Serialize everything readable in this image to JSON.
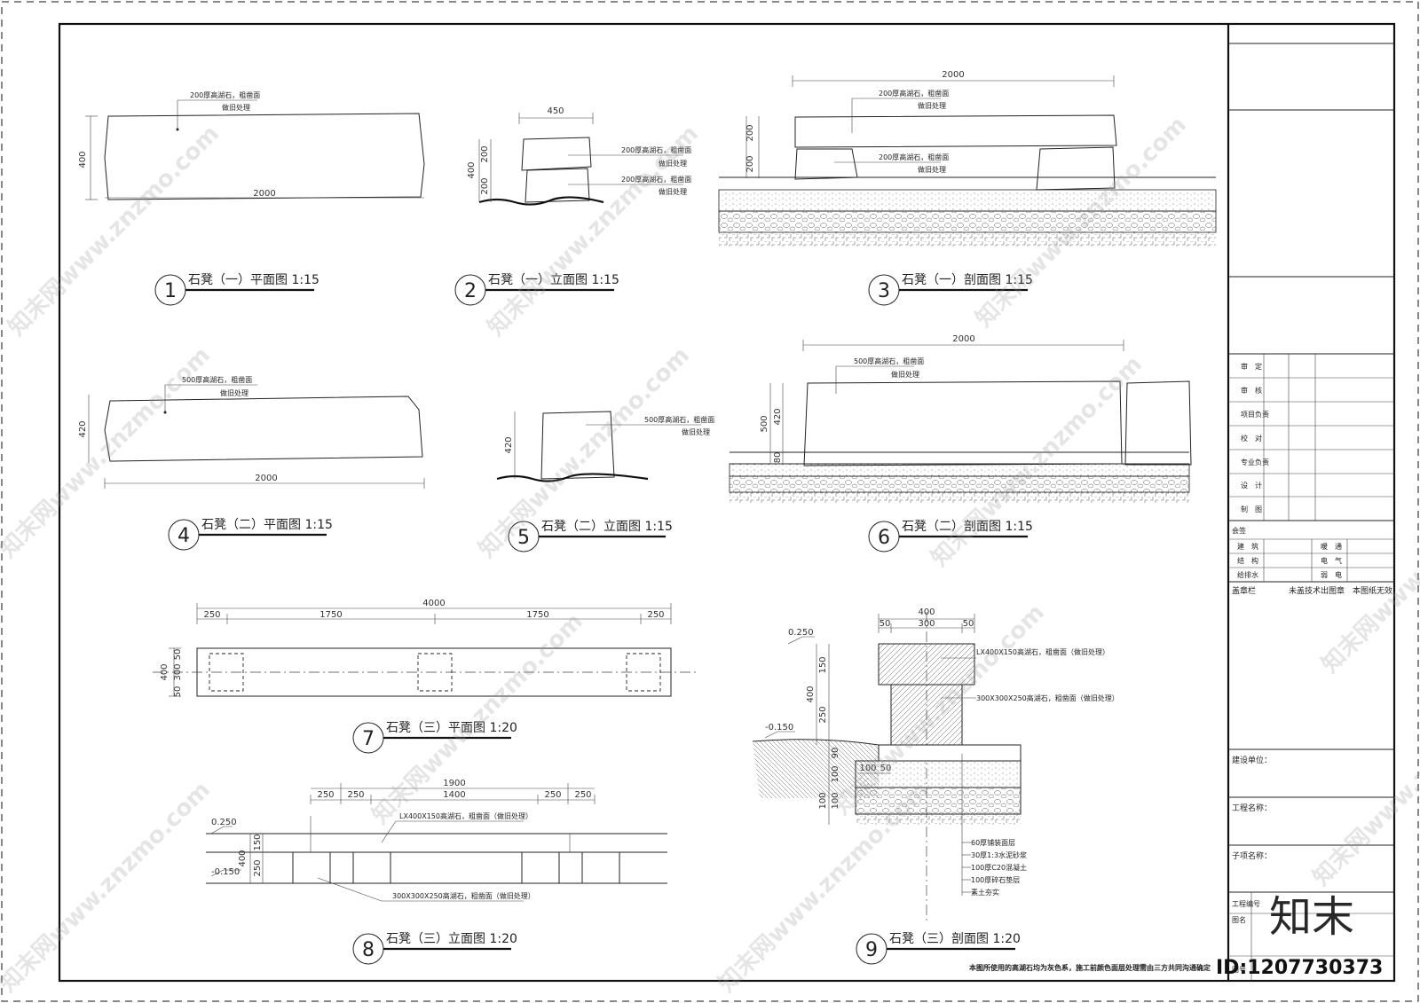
{
  "drawings": [
    {
      "number": "1",
      "title": "石凳（一）平面图 1:15",
      "dims": [
        "400",
        "2000"
      ],
      "note": "200厚高湖石，粗凿面",
      "note2": "做旧处理"
    },
    {
      "number": "2",
      "title": "石凳（一）立面图 1:15",
      "dims": [
        "450",
        "400",
        "200",
        "200"
      ],
      "note": "200厚高湖石，粗凿面",
      "note2": "做旧处理"
    },
    {
      "number": "3",
      "title": "石凳（一）剖面图 1:15",
      "dims": [
        "2000",
        "200",
        "200"
      ],
      "note": "200厚高湖石，粗凿面",
      "note2": "做旧处理"
    },
    {
      "number": "4",
      "title": "石凳（二）平面图 1:15",
      "dims": [
        "420",
        "2000"
      ],
      "note": "500厚高湖石，粗凿面",
      "note2": "做旧处理"
    },
    {
      "number": "5",
      "title": "石凳（二）立面图 1:15",
      "dims": [
        "420"
      ],
      "note": "500厚高湖石，粗凿面",
      "note2": "做旧处理"
    },
    {
      "number": "6",
      "title": "石凳（二）剖面图 1:15",
      "dims": [
        "2000",
        "500",
        "420",
        "80"
      ],
      "note": "500厚高湖石，粗凿面",
      "note2": "做旧处理"
    },
    {
      "number": "7",
      "title": "石凳（三）平面图 1:20",
      "dims": [
        "4000",
        "250",
        "1750",
        "1750",
        "250",
        "400",
        "300",
        "50",
        "50"
      ]
    },
    {
      "number": "8",
      "title": "石凳（三）立面图 1:20",
      "dims": [
        "1900",
        "250",
        "250",
        "1400",
        "250",
        "250",
        "0.250",
        "-0.150",
        "400",
        "150",
        "250"
      ],
      "note": "LX400X150高湖石，粗凿面（做旧处理）",
      "note2": "300X300X250高湖石，粗凿面（做旧处理）"
    },
    {
      "number": "9",
      "title": "石凳（三）剖面图 1:20",
      "dims": [
        "400",
        "50",
        "300",
        "50",
        "0.250",
        "-0.150",
        "150",
        "400",
        "250",
        "90",
        "100",
        "100",
        "100",
        "100",
        "50"
      ],
      "note": "LX400X150高湖石，粗凿面（做旧处理）",
      "note2": "300X300X250高湖石，粗凿面（做旧处理）",
      "layers": [
        "60厚铺装面层",
        "30厚1:3水泥砂浆",
        "100厚C20混凝土",
        "100厚碎石垫层",
        "素土夯实"
      ]
    }
  ],
  "footer_note": "本图所使用的高湖石均为灰色系，施工前颜色面层处理需由三方共同沟通确定",
  "title_block": {
    "rows": [
      "审　定",
      "审　核",
      "项目负责",
      "校　对",
      "专业负责",
      "设　计",
      "制　图"
    ],
    "countersign": "会签",
    "cs_rows": [
      [
        "建　筑",
        "暖　通"
      ],
      [
        "结　构",
        "电　气"
      ],
      [
        "给排水",
        "弱　电"
      ]
    ],
    "stamp_label": "盖章栏",
    "stamp_note": "未盖技术出图章　本图纸无效",
    "build_unit": "建设单位：",
    "project_name": "工程名称：",
    "sub_name": "子项名称：",
    "project_no": "工程编号",
    "drawing_name": "图名",
    "drawing_no": "图号"
  },
  "watermark": {
    "text": "知末网www.znzmo.com",
    "logo": "知末",
    "id": "ID:1207730373"
  }
}
